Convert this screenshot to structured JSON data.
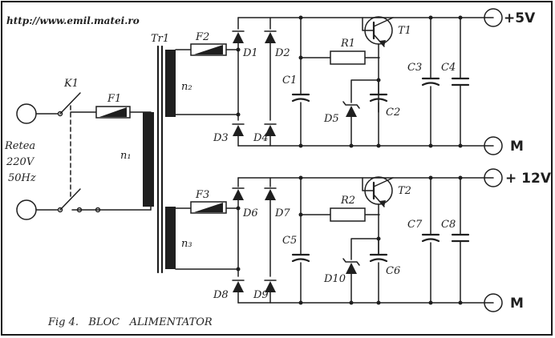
{
  "url": "http://www.emil.matei.ro",
  "caption": "Fig 4.   BLOC   ALIMENTATOR",
  "input": {
    "l1": "Retea",
    "l2": "220V",
    "l3": "50Hz"
  },
  "labels": {
    "K1": "K1",
    "F1": "F1",
    "F2": "F2",
    "F3": "F3",
    "Tr1": "Tr1",
    "n1": "n₁",
    "n2": "n₂",
    "n3": "n₃",
    "D1": "D1",
    "D2": "D2",
    "D3": "D3",
    "D4": "D4",
    "D5": "D5",
    "D6": "D6",
    "D7": "D7",
    "D8": "D8",
    "D9": "D9",
    "D10": "D10",
    "R1": "R1",
    "R2": "R2",
    "T1": "T1",
    "T2": "T2",
    "C1": "C1",
    "C2": "C2",
    "C3": "C3",
    "C4": "C4",
    "C5": "C5",
    "C6": "C6",
    "C7": "C7",
    "C8": "C8"
  },
  "outputs": {
    "v5": "+5V",
    "m1": "M",
    "v12": "+ 12V",
    "m2": "M"
  }
}
